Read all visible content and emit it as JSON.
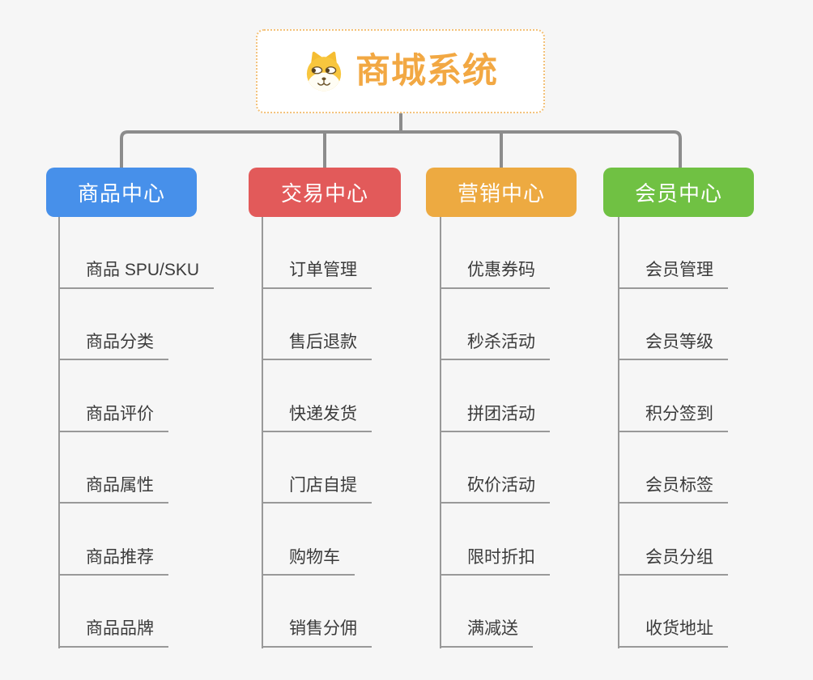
{
  "root": {
    "label": "商城系统",
    "icon": "shiba-dog-icon"
  },
  "branches": [
    {
      "label": "商品中心",
      "color": "#4790ea",
      "items": [
        "商品 SPU/SKU",
        "商品分类",
        "商品评价",
        "商品属性",
        "商品推荐",
        "商品品牌"
      ]
    },
    {
      "label": "交易中心",
      "color": "#e25a5a",
      "items": [
        "订单管理",
        "售后退款",
        "快递发货",
        "门店自提",
        "购物车",
        "销售分佣"
      ]
    },
    {
      "label": "营销中心",
      "color": "#edaa41",
      "items": [
        "优惠券码",
        "秒杀活动",
        "拼团活动",
        "砍价活动",
        "限时折扣",
        "满减送"
      ]
    },
    {
      "label": "会员中心",
      "color": "#70c143",
      "items": [
        "会员管理",
        "会员等级",
        "积分签到",
        "会员标签",
        "会员分组",
        "收货地址"
      ]
    }
  ],
  "colors": {
    "background": "#f6f6f6",
    "connector": "#8c8c8c",
    "item_line": "#999999",
    "root_border": "#f3c179",
    "root_text": "#f2a843"
  }
}
